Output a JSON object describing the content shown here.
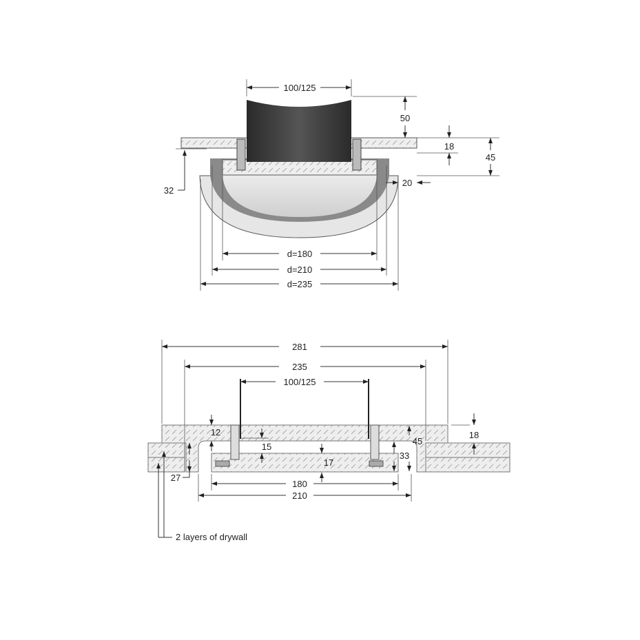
{
  "top_view": {
    "labels": {
      "pipe_diameter": "100/125",
      "pipe_height": "50",
      "flange_thickness": "18",
      "total_height": "45",
      "wall_offset": "20",
      "side_depth": "32",
      "d_inner": "d=180",
      "d_middle": "d=210",
      "d_outer": "d=235"
    }
  },
  "section_view": {
    "labels": {
      "overall_width": "281",
      "cutout_width": "235",
      "pipe_diameter": "100/125",
      "flange_dim": "12",
      "collar_dim": "15",
      "plate_thickness": "17",
      "recess_depth": "33",
      "total_height": "45",
      "flange_thickness": "18",
      "drywall_depth": "27",
      "plate_width": "180",
      "body_width": "210"
    },
    "note": "2 layers of drywall"
  }
}
